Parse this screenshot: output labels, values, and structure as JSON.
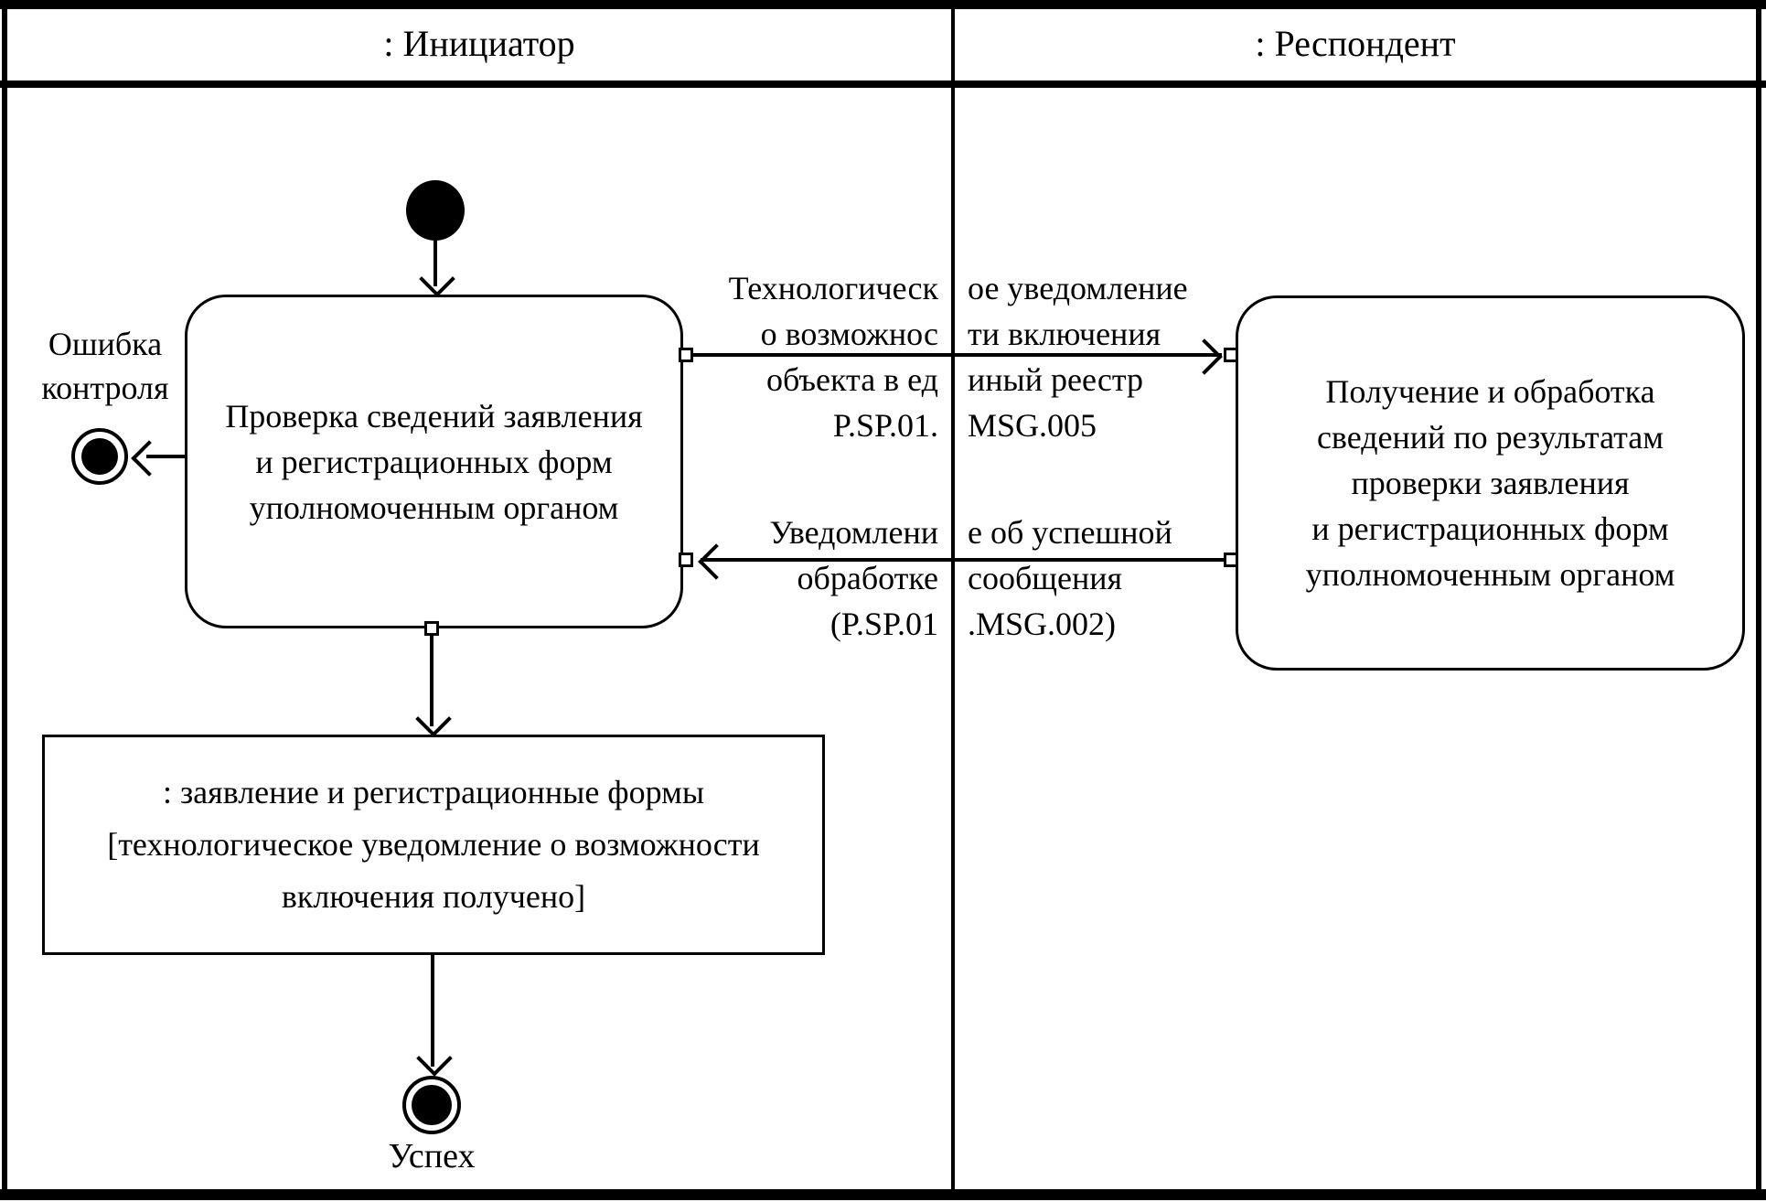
{
  "colors": {
    "line": "#000000",
    "background": "#ffffff"
  },
  "lanes": [
    {
      "label": ": Инициатор"
    },
    {
      "label": ": Респондент"
    }
  ],
  "initiator": {
    "activity": {
      "lines": [
        "Проверка сведений заявления",
        "и регистрационных форм",
        "уполномоченным органом"
      ]
    },
    "error_final_label": {
      "lines": [
        "Ошибка",
        "контроля"
      ]
    },
    "object_node": {
      "lines": [
        ": заявление и регистрационные формы",
        "[технологическое уведомление о возможности",
        "включения получено]"
      ]
    },
    "success_final_label": "Успех"
  },
  "respondent": {
    "activity": {
      "lines": [
        "Получение и обработка",
        "сведений по результатам",
        "проверки заявления",
        "и регистрационных форм",
        "уполномоченным органом"
      ]
    }
  },
  "messages": [
    {
      "direction": "initiator-to-respondent",
      "lines": [
        {
          "left": "Технологическ",
          "right": "ое уведомление"
        },
        {
          "left": "о возможнос",
          "right": "ти включения"
        },
        {
          "left": "объекта в ед",
          "right": "иный реестр"
        },
        {
          "left": "P.SP.01.",
          "right": "MSG.005"
        }
      ]
    },
    {
      "direction": "respondent-to-initiator",
      "lines": [
        {
          "left": "Уведомлени",
          "right": "е об успешной"
        },
        {
          "left": "обработке",
          "right": "сообщения"
        },
        {
          "left": "(P.SP.01",
          "right": ".MSG.002)"
        }
      ]
    }
  ]
}
